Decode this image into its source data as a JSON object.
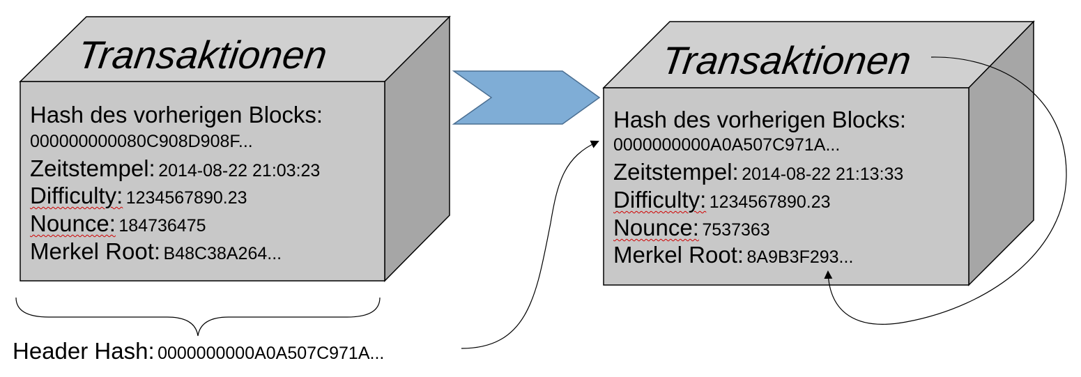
{
  "block1": {
    "title": "Transaktionen",
    "fields": [
      {
        "label": "Hash des vorherigen Blocks:",
        "value": "000000000080C908D908F..."
      },
      {
        "label": "Zeitstempel:",
        "value": "2014-08-22 21:03:23"
      },
      {
        "label": "Difficulty:",
        "value": "1234567890.23"
      },
      {
        "label": "Nounce:",
        "value": "184736475"
      },
      {
        "label": "Merkel Root:",
        "value": "B48C38A264..."
      }
    ]
  },
  "block2": {
    "title": "Transaktionen",
    "fields": [
      {
        "label": "Hash des vorherigen Blocks:",
        "value": "0000000000A0A507C971A..."
      },
      {
        "label": "Zeitstempel:",
        "value": "2014-08-22 21:13:33"
      },
      {
        "label": "Difficulty:",
        "value": "1234567890.23"
      },
      {
        "label": "Nounce:",
        "value": "7537363"
      },
      {
        "label": "Merkel Root:",
        "value": "8A9B3F293..."
      }
    ]
  },
  "header_hash": {
    "label": "Header Hash:",
    "value": "0000000000A0A507C971A..."
  },
  "colors": {
    "box_top": "#d0d0d0",
    "box_front": "#c8c8c8",
    "box_side": "#a6a6a6",
    "chevron": "#7fadd6",
    "squiggle": "#d00000"
  }
}
